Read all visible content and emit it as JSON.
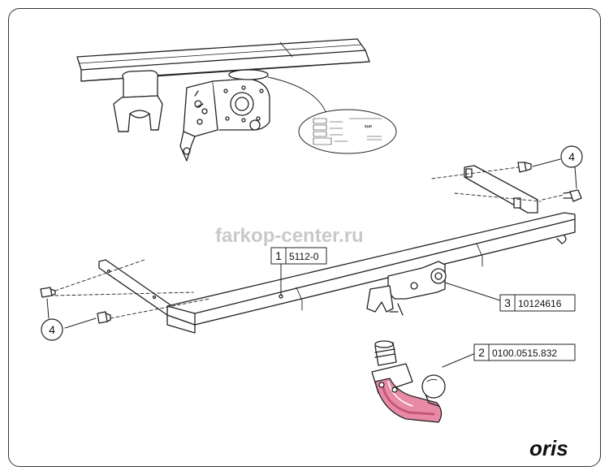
{
  "watermark": "farkop-center.ru",
  "brand": "oris",
  "parts": [
    {
      "num": "1",
      "code": "5112-0"
    },
    {
      "num": "2",
      "code": "0100.0515.832"
    },
    {
      "num": "3",
      "code": "10124616"
    }
  ],
  "bolt_callout": "4",
  "label_plate": {
    "brand_text": "oris"
  },
  "colors": {
    "line": "#222222",
    "accent": "#e88aa6",
    "accent_dark": "#c6567a",
    "watermark": "#c9c9c9"
  }
}
